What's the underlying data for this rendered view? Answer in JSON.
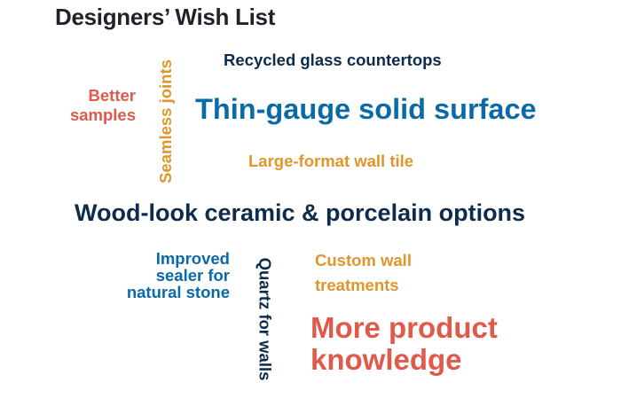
{
  "title": "Designers’ Wish List",
  "palette": {
    "title": "#1f2329",
    "navy": "#0d2b4a",
    "blue": "#0a6aa8",
    "orange": "#e0962a",
    "red": "#e05a4a",
    "background": "#ffffff"
  },
  "items": {
    "recycled_glass": {
      "text": "Recycled glass countertops",
      "color": "navy",
      "orientation": "horizontal"
    },
    "better_samples": {
      "lines": [
        "Better",
        "samples"
      ],
      "color": "red",
      "orientation": "horizontal"
    },
    "seamless_joints": {
      "text": "Seamless joints",
      "color": "orange",
      "orientation": "vertical-up"
    },
    "thin_gauge": {
      "text": "Thin-gauge solid surface",
      "color": "blue",
      "orientation": "horizontal"
    },
    "large_format": {
      "text": "Large-format wall tile",
      "color": "orange",
      "orientation": "horizontal"
    },
    "wood_look": {
      "text": "Wood-look ceramic & porcelain options",
      "color": "navy",
      "orientation": "horizontal"
    },
    "improved_sealer": {
      "lines": [
        "Improved",
        "sealer for",
        "natural stone"
      ],
      "color": "blue",
      "orientation": "horizontal"
    },
    "quartz_walls": {
      "text": "Quartz for walls",
      "color": "navy",
      "orientation": "vertical-down"
    },
    "custom_wall": {
      "lines": [
        "Custom wall",
        "treatments"
      ],
      "color": "orange",
      "orientation": "horizontal"
    },
    "more_product": {
      "lines": [
        "More product",
        "knowledge"
      ],
      "color": "red",
      "orientation": "horizontal"
    }
  }
}
